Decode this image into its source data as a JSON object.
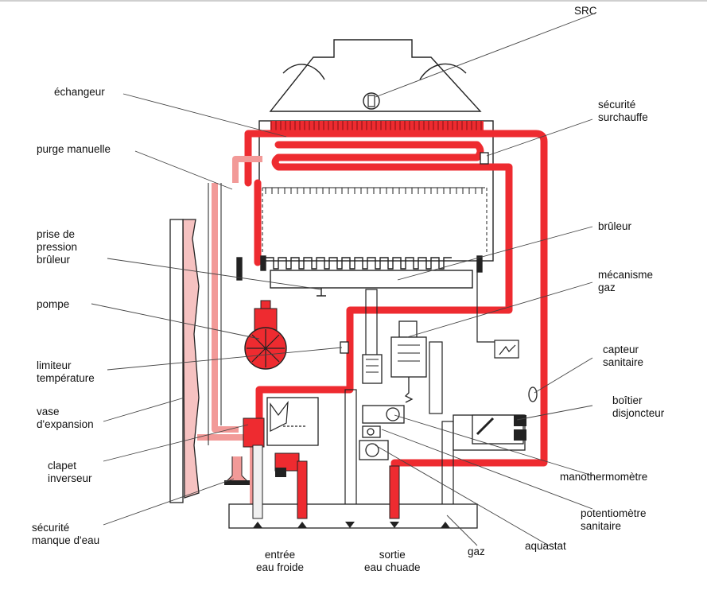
{
  "labels": {
    "src": "SRC",
    "echangeur": "échangeur",
    "securite_surchauffe": "sécurité\nsurchauffe",
    "purge_manuelle": "purge manuelle",
    "bruleur": "brûleur",
    "prise_pression": "prise de\npression\nbrûleur",
    "mecanisme_gaz": "mécanisme\ngaz",
    "pompe": "pompe",
    "capteur_sanitaire": "capteur\nsanitaire",
    "limiteur_temperature": "limiteur\ntempérature",
    "boitier_disjoncteur": "boîtier\ndisjoncteur",
    "vase_expansion": "vase\nd'expansion",
    "clapet_inverseur": "clapet\ninverseur",
    "manothermometre": "manothermomètre",
    "potentiometre_sanitaire": "potentiomètre\nsanitaire",
    "securite_manque_eau": "sécurité\nmanque d'eau",
    "aquastat": "aquastat",
    "entree_eau_froide": "entrée\neau froide",
    "sortie_eau_chaude": "sortie\neau chuade",
    "gaz": "gaz"
  },
  "colors": {
    "hot": "#ee2b30",
    "warm": "#f29a98",
    "line": "#222222",
    "leader": "#444444"
  }
}
